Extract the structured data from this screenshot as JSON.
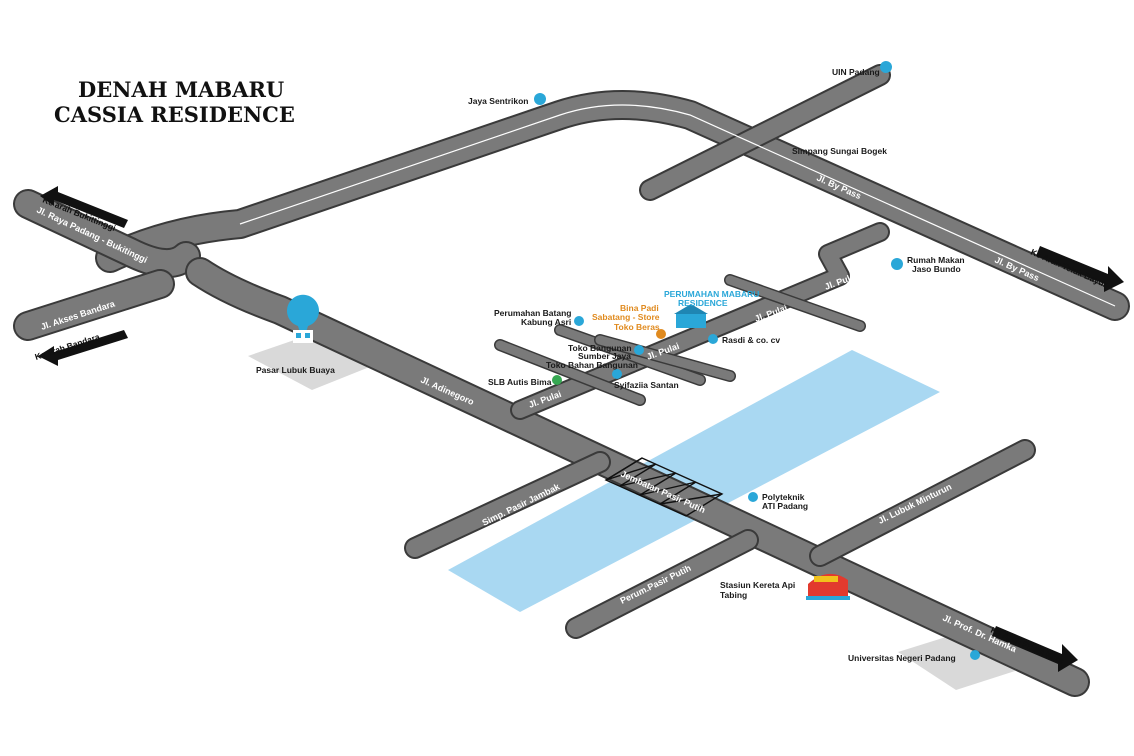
{
  "title": {
    "line1": "DENAH MABARU",
    "line2": "CASSIA RESIDENCE"
  },
  "roads": {
    "bypass_1": "Jl. By Pass",
    "bypass_2": "Jl. By Pass",
    "bypass_3": "Jl. By Pass",
    "raya_padang": "Jl. Raya Padang - Bukitinggi",
    "akses_bandara": "Jl. Akses Bandara",
    "adinegoro": "Jl. Adinegoro",
    "pulai_1": "Jl. Pulai",
    "pulai_2": "Jl. Pulai",
    "pulai_3": "Jl. Pulai",
    "pulai_4": "Jl. Pulai",
    "simp_pasir_jambak": "Simp. Pasir Jambak",
    "jembatan": "Jembatan Pasir Putih",
    "perum_pasir_putih": "Perum.Pasir Putih",
    "lubuk_minturun": "Jl. Lubuk Minturun",
    "prof_hamka": "Jl. Prof. Dr. Hamka"
  },
  "directions": {
    "bukittinggi": "Ke arah Bukittinggi",
    "bandara": "Ke arah Bandara",
    "teluk_bayur": "Ke Arah Teluk Bayur",
    "pusat_kota": "Ke Arah Pusat Kota"
  },
  "places": {
    "uin": "UIN Padang",
    "jaya_sentrikon": "Jaya Sentrikon",
    "simpang_sungai_bogek": "Simpang Sungai Bogek",
    "rumah_makan_1": "Rumah Makan",
    "rumah_makan_2": "Jaso Bundo",
    "perum_mabaru_1": "PERUMAHAN MABARU",
    "perum_mabaru_2": "RESIDENCE",
    "bina_padi": "Bina Padi",
    "sabatang": "Sabatang - Store",
    "toko_beras": "Toko Beras",
    "perum_batang_1": "Perumahan Batang",
    "perum_batang_2": "Kabung Asri",
    "toko_bangunan_1": "Toko Bangunan",
    "toko_bangunan_2": "Sumber Jaya",
    "toko_bahan": "Toko Bahan Bangunan",
    "rasdi": "Rasdi & co. cv",
    "slb": "SLB Autis Bima",
    "syifaziia": "Syifaziia Santan",
    "pasar": "Pasar Lubuk Buaya",
    "polytech_1": "Polyteknik",
    "polytech_2": "ATI Padang",
    "stasiun_1": "Stasiun Kereta Api",
    "stasiun_2": "Tabing",
    "unp": "Universitas Negeri Padang"
  },
  "colors": {
    "road": "#7a7a7a",
    "road_edge": "#3a3a3a",
    "river": "#a9d8f2",
    "accent_blue": "#2aa7d8",
    "accent_orange": "#e08a1e",
    "land_block": "#d9d9d9"
  }
}
